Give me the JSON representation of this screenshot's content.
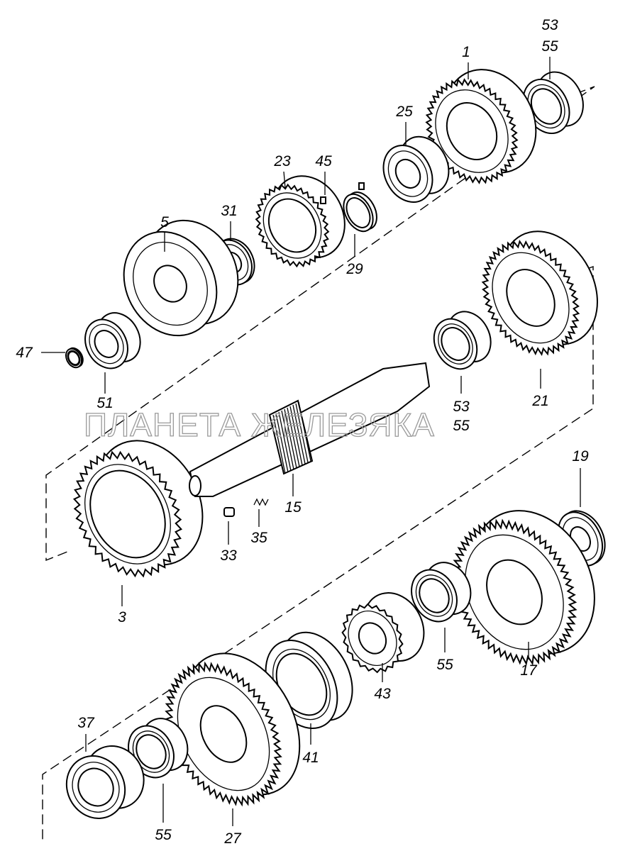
{
  "diagram": {
    "watermark": "ПЛАНЕТА ЖЕЛЕЗЯКА",
    "callouts": [
      "53",
      "55",
      "1",
      "25",
      "23",
      "45",
      "31",
      "5",
      "29",
      "47",
      "51",
      "53",
      "55",
      "21",
      "15",
      "33",
      "35",
      "3",
      "19",
      "17",
      "55",
      "43",
      "41",
      "37",
      "55",
      "27"
    ]
  }
}
